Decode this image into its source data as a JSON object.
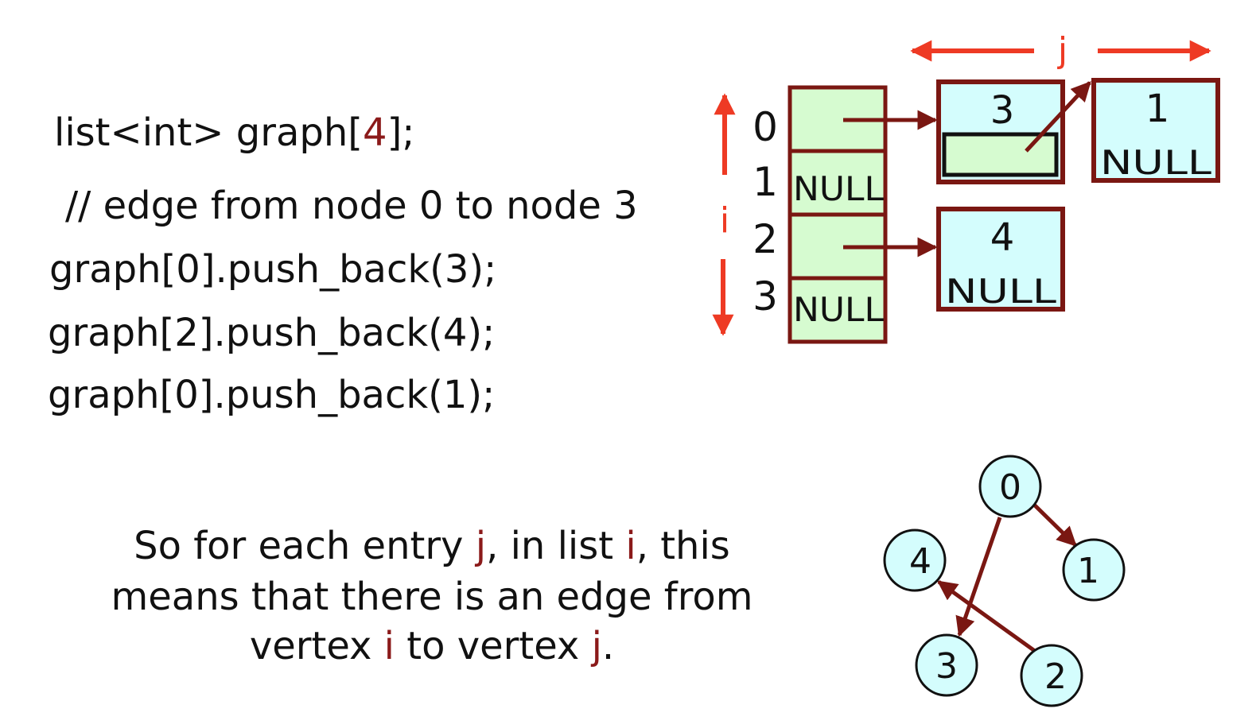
{
  "code": {
    "declaration": {
      "prefix": "list<int> graph[",
      "size": "4",
      "suffix": "];"
    },
    "comment": "// edge from node 0 to node 3",
    "lines": [
      "graph[0].push_back(3);",
      "graph[2].push_back(4);",
      "graph[0].push_back(1);"
    ]
  },
  "explanation": {
    "line1": {
      "a": "So for each entry ",
      "j": "j",
      "b": ", in list ",
      "i": "i",
      "c": ", this"
    },
    "line2": "means that there is an edge from",
    "line3": {
      "a": "vertex ",
      "i": "i",
      "b": " to vertex ",
      "j": "j",
      "c": "."
    }
  },
  "diagram": {
    "i_label": "i",
    "j_label": "j",
    "indices": [
      "0",
      "1",
      "2",
      "3"
    ],
    "array_cells": [
      "",
      "NULL",
      "",
      "NULL"
    ],
    "list_nodes": [
      {
        "value": "3",
        "next": ""
      },
      {
        "value": "1",
        "next": "NULL"
      },
      {
        "value": "4",
        "next": "NULL"
      }
    ]
  },
  "graph": {
    "nodes": [
      "0",
      "1",
      "4",
      "3",
      "2"
    ],
    "edges": [
      [
        "0",
        "1"
      ],
      [
        "0",
        "3"
      ],
      [
        "2",
        "4"
      ]
    ]
  },
  "colors": {
    "border": "#7a1712",
    "array_fill": "#d6fbd0",
    "node_fill": "#d4fdfd",
    "axis_arrow": "#ee3a24",
    "highlight": "#8b1a1a"
  }
}
